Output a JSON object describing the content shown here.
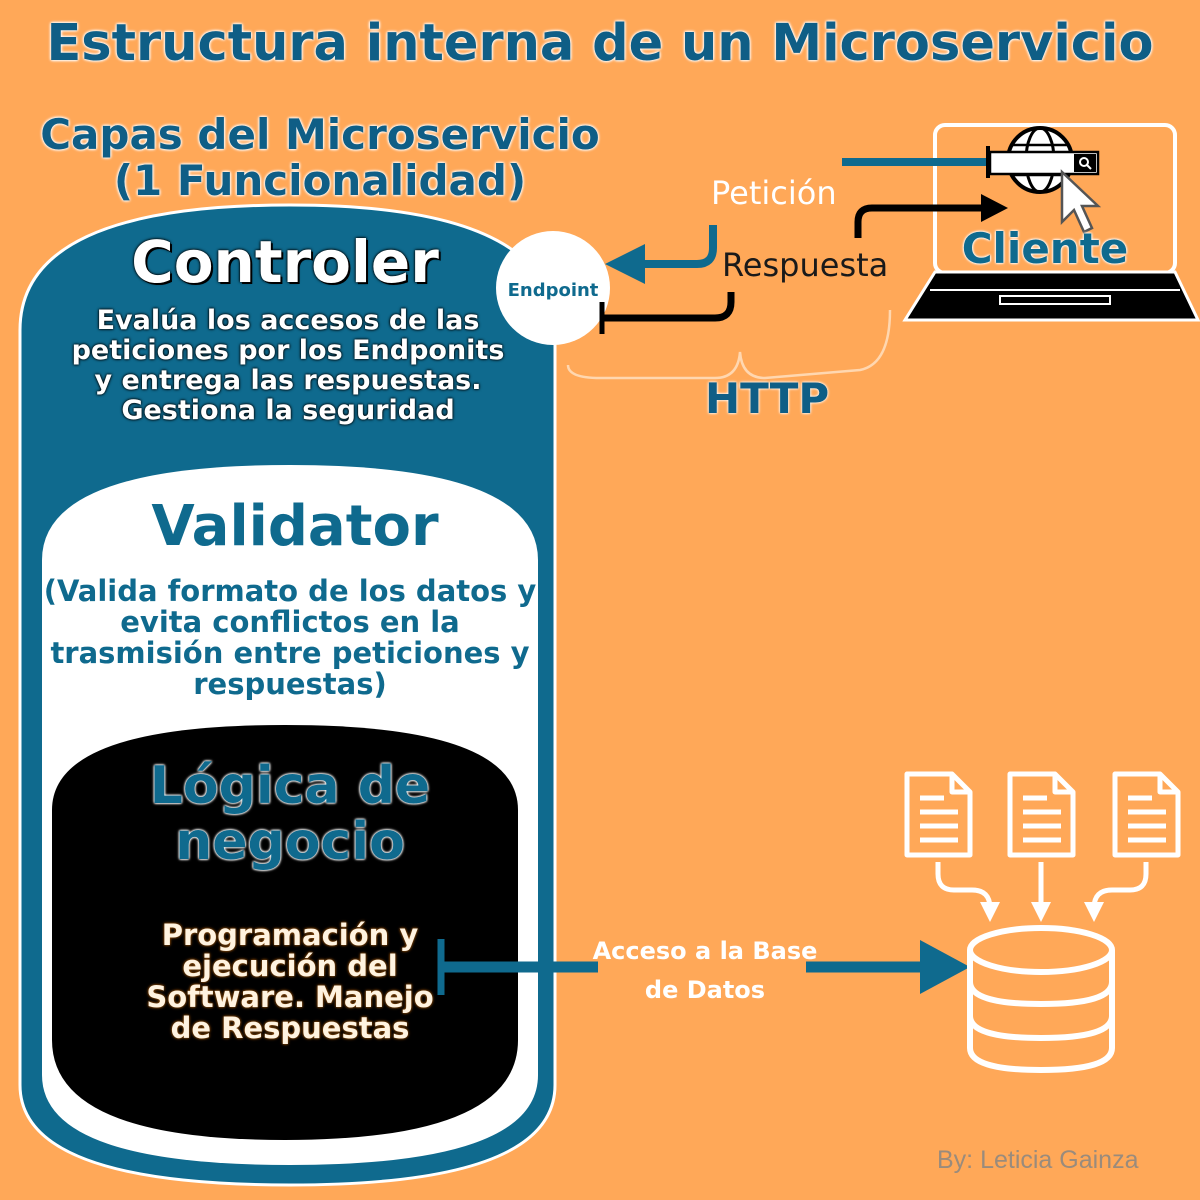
{
  "title": "Estructura interna de un Microservicio",
  "subtitle": "Capas del Microservicio\n(1 Funcionalidad)",
  "layers": {
    "controller": {
      "title": "Controler",
      "description": "Evalúa los accesos de las\npeticiones  por los Endponits\ny entrega las respuestas.\nGestiona la seguridad"
    },
    "validator": {
      "title": "Validator",
      "description": "(Valida formato de los datos y evita conflictos en la trasmisión entre peticiones y respuestas)"
    },
    "business_logic": {
      "title": "Lógica de negocio",
      "description": "Programación y ejecución del Software. Manejo de Respuestas"
    }
  },
  "endpoint": "Endpoint",
  "http_flow": {
    "request_label": "Petición",
    "response_label": "Respuesta",
    "protocol_label": "HTTP",
    "client_label": "Cliente"
  },
  "database_access_label": "Acceso a la Base de Datos",
  "author": "By: Leticia Gainza",
  "colors": {
    "background": "#FFA858",
    "primary_blue": "#0F6A8E",
    "title_blue": "#0F5E86",
    "black": "#000000",
    "white": "#FFFFFF"
  },
  "icons": [
    "laptop-icon",
    "globe-icon",
    "search-bar-icon",
    "cursor-icon",
    "document-icon",
    "database-icon"
  ]
}
